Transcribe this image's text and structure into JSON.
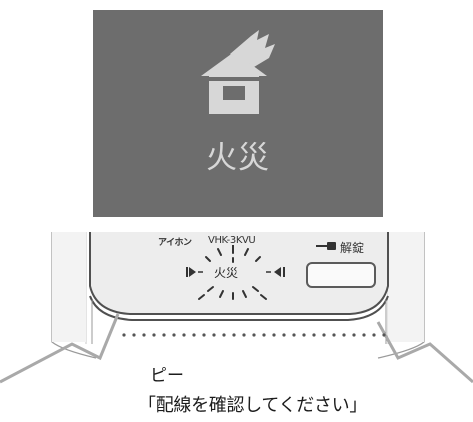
{
  "screen": {
    "label": "火災",
    "icon": "burning-house-icon",
    "background": "#6d6d6d",
    "icon_color": "#d7d7d7"
  },
  "device": {
    "brand": "アイホン",
    "model": "VHK-3KVU",
    "release_label": "解錠",
    "key_icon": "key-icon",
    "panel_label": "火災"
  },
  "notes": {
    "beep": "ピー",
    "message": "「配線を確認してください」"
  }
}
